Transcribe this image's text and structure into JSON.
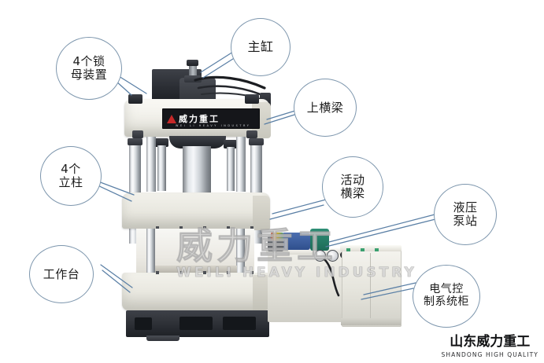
{
  "image": {
    "subject": "four-column hydraulic press annotated diagram",
    "background_color": "#ffffff",
    "callout_stroke_color": "#7d96ad",
    "leader_line_color": "#5a7fa5"
  },
  "callouts": [
    {
      "id": "lock-nut",
      "label": "4个锁\n母装置",
      "lines": [
        "4个锁",
        "母装置"
      ]
    },
    {
      "id": "main-cylinder",
      "label": "主缸",
      "lines": [
        "主缸"
      ]
    },
    {
      "id": "upper-beam",
      "label": "上横梁",
      "lines": [
        "上横梁"
      ]
    },
    {
      "id": "columns",
      "label": "4个\n立柱",
      "lines": [
        "4个",
        "立柱"
      ]
    },
    {
      "id": "moving-beam",
      "label": "活动\n横梁",
      "lines": [
        "活动",
        "横梁"
      ]
    },
    {
      "id": "hydraulic-pump",
      "label": "液压\n泵站",
      "lines": [
        "液压",
        "泵站"
      ]
    },
    {
      "id": "worktable",
      "label": "工作台",
      "lines": [
        "工作台"
      ]
    },
    {
      "id": "control-cabinet",
      "label": "电气控\n制系统柜",
      "lines": [
        "电气控",
        "制系统柜"
      ]
    }
  ],
  "nameplate": {
    "chinese": "威力重工",
    "english": "WEI LI HEAVY INDUSTRY",
    "logo_icon": "red-triangle-icon",
    "accent_color": "#c62828"
  },
  "watermark": {
    "chinese": "威力重工",
    "english": "WEILI HEAVY INDUSTRY"
  },
  "brand": {
    "chinese": "山东威力重工",
    "english": "SHANDONG HIGH QUALITY"
  }
}
